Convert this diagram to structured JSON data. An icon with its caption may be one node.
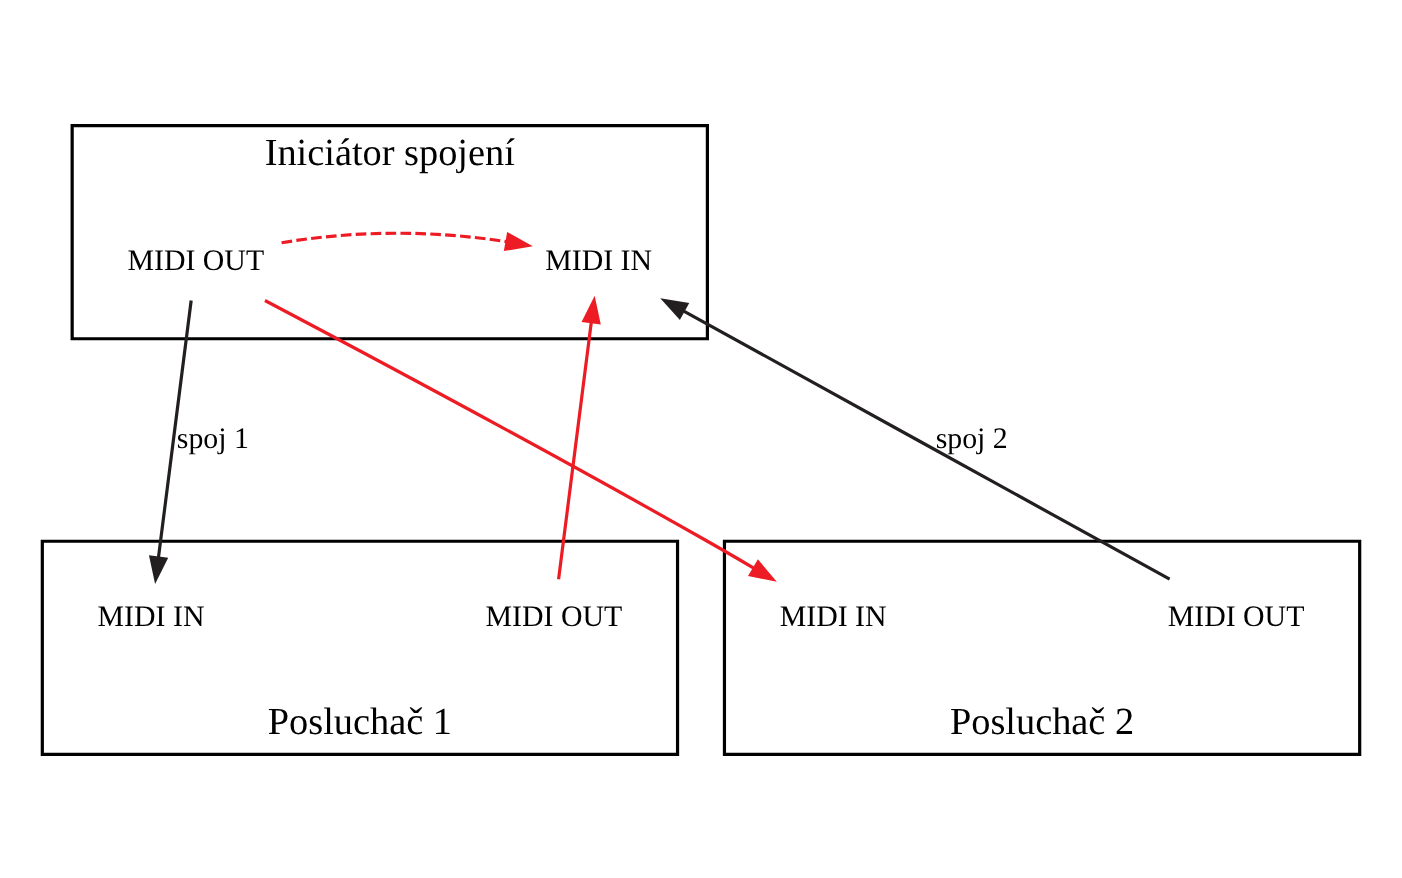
{
  "diagram": {
    "nodes": [
      {
        "text": [
          "Iniciátor spojení"
        ]
      },
      {
        "text": [
          "MIDI OUT"
        ],
        "in": 0
      },
      {
        "text": [
          "MIDI IN"
        ],
        "in": 0
      },
      {
        "text": [
          "Posluchač 1"
        ]
      },
      {
        "text": [
          "MIDI IN"
        ],
        "in": 3
      },
      {
        "text": [
          "MIDI OUT"
        ],
        "in": 3
      },
      {
        "text": [
          "Posluchač 2"
        ]
      },
      {
        "text": [
          "MIDI IN"
        ],
        "in": 6
      },
      {
        "text": [
          "MIDI OUT"
        ],
        "in": 6
      }
    ],
    "edges": [
      {
        "from": 1,
        "to": 2,
        "arrow": "to",
        "style": "dashed",
        "color": "#ed1c24"
      },
      {
        "from": 1,
        "to": 4,
        "arrow": "to",
        "label": "spoj 1",
        "color": "#231f20"
      },
      {
        "from": 1,
        "to": 7,
        "arrow": "to",
        "color": "#ed1c24"
      },
      {
        "from": 5,
        "to": 2,
        "arrow": "to",
        "color": "#ed1c24"
      },
      {
        "from": 8,
        "to": 2,
        "arrow": "to",
        "label": "spoj 2",
        "color": "#231f20"
      }
    ]
  }
}
